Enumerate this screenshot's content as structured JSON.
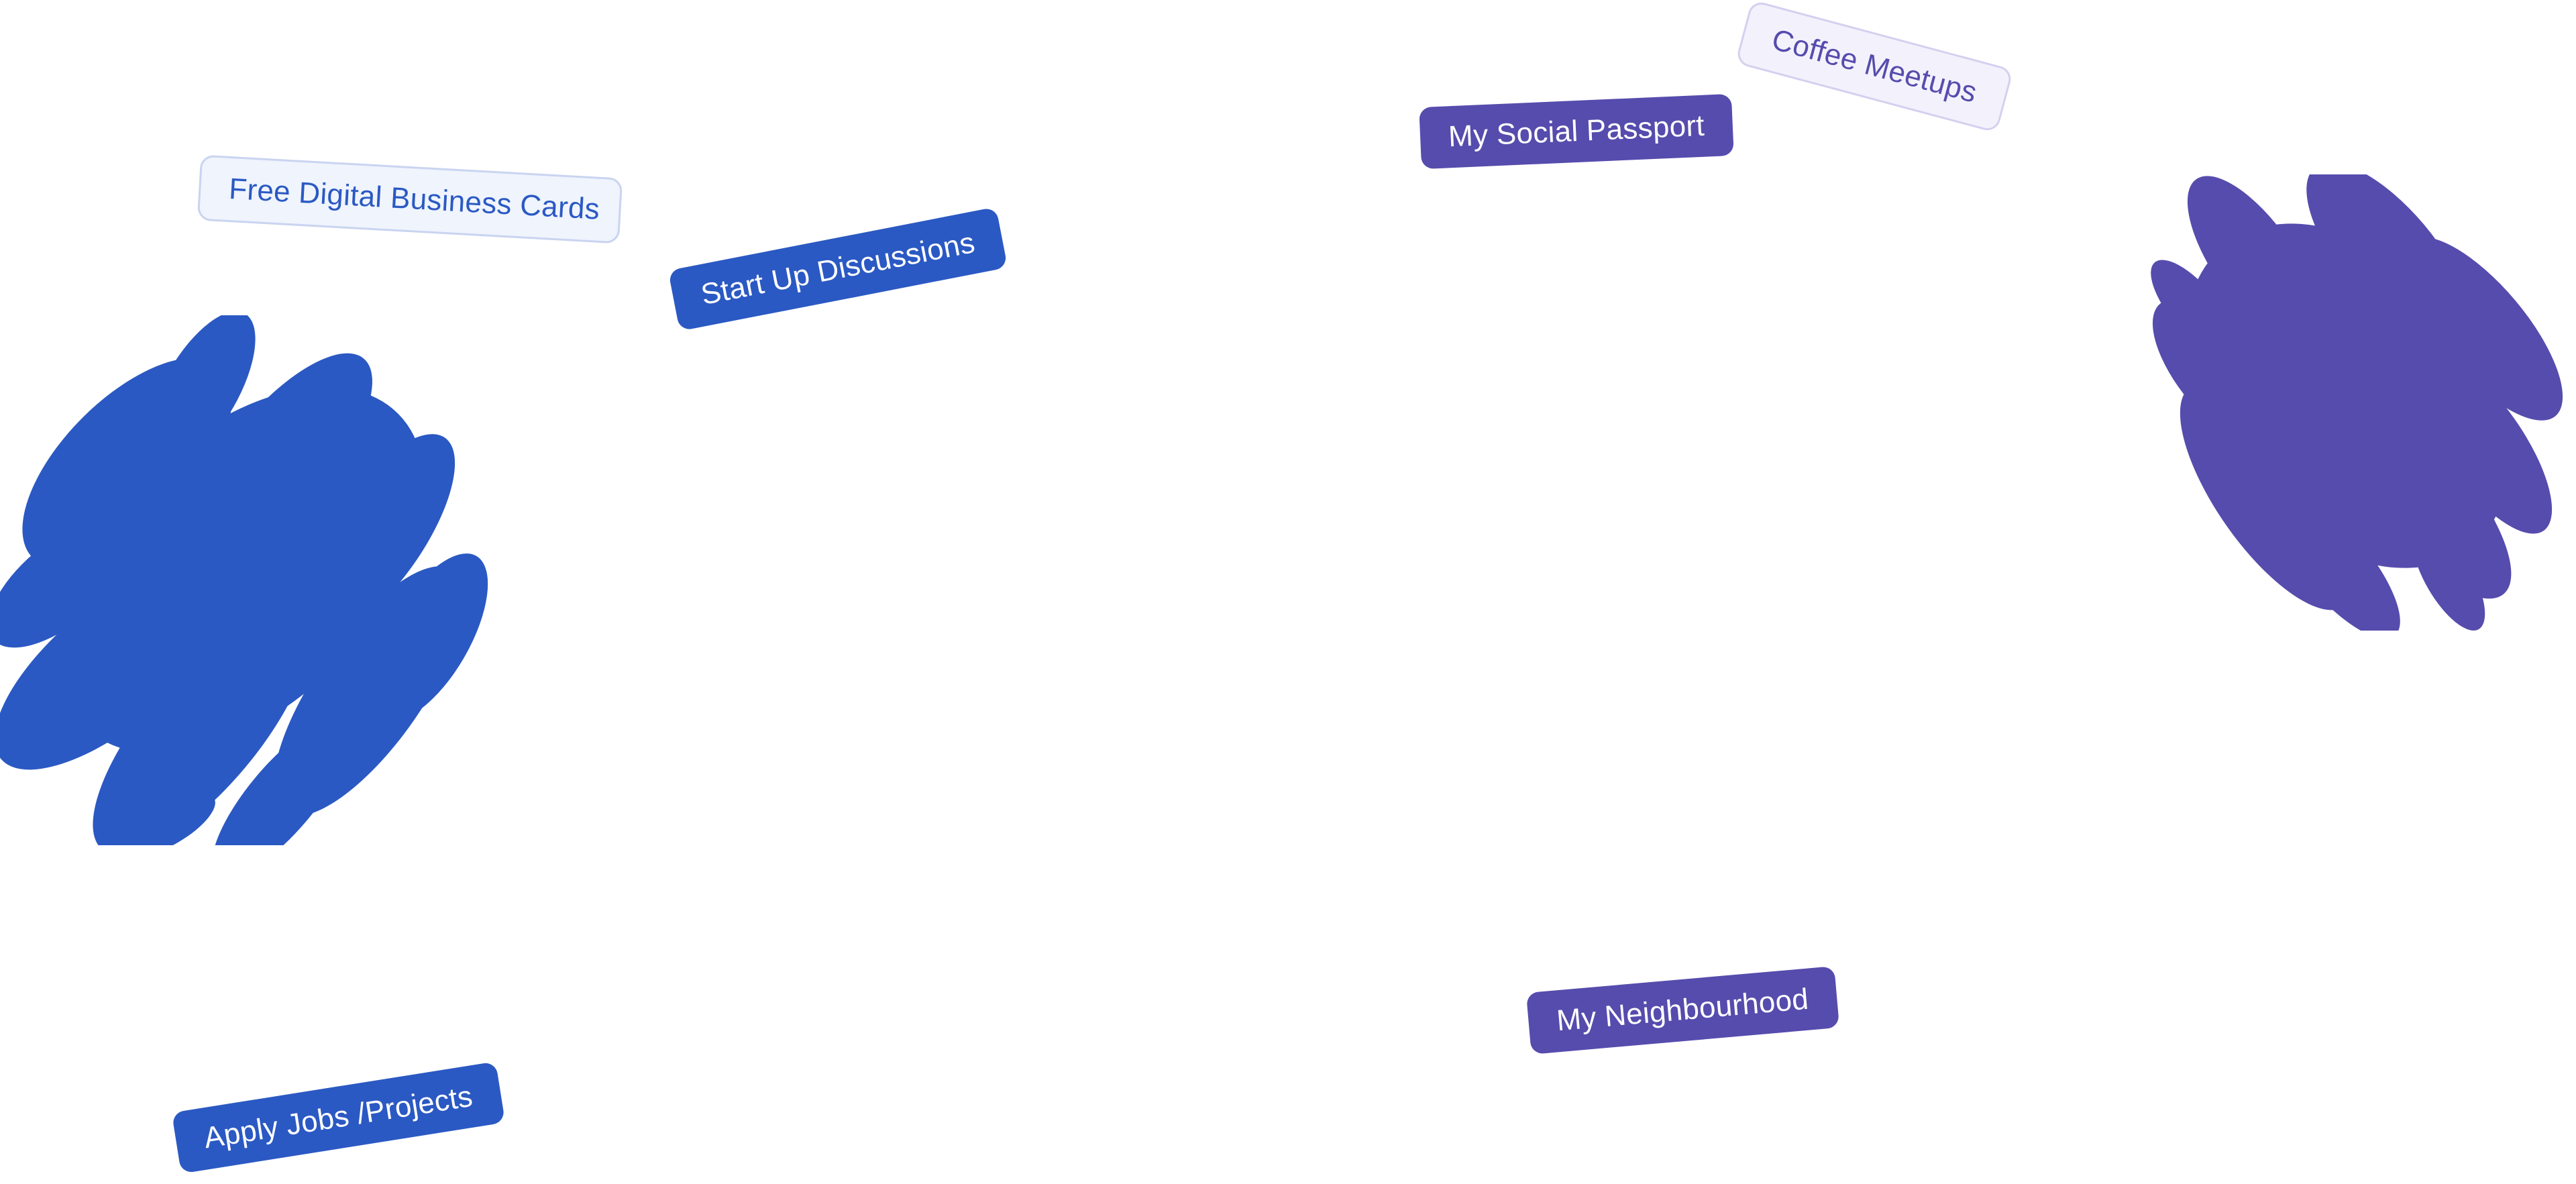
{
  "theme": {
    "blue": "#2b59c3",
    "purple": "#564cad",
    "blue_tint_bg": "#eff4fd",
    "blue_tint_border": "#c9d4f0",
    "purple_tint_bg": "#f3f2fc",
    "purple_tint_border": "#d4d0ef"
  },
  "shapes": {
    "left_blob": {
      "icon": "scribble-blob-shape",
      "color": "#2b59c3"
    },
    "right_blob": {
      "icon": "scribble-blob-shape",
      "color": "#564cad"
    }
  },
  "tags": {
    "business_cards": {
      "label": "Free Digital Business Cards",
      "style": "outline",
      "color": "#2b59c3"
    },
    "startup": {
      "label": "Start Up Discussions",
      "style": "solid",
      "color": "#2b59c3"
    },
    "jobs": {
      "label": "Apply Jobs /Projects",
      "style": "solid",
      "color": "#2b59c3"
    },
    "passport": {
      "label": "My Social Passport",
      "style": "solid",
      "color": "#564cad"
    },
    "coffee": {
      "label": "Coffee Meetups",
      "style": "outline",
      "color": "#564cad"
    },
    "neighbourhood": {
      "label": "My Neighbourhood",
      "style": "solid",
      "color": "#564cad"
    }
  }
}
